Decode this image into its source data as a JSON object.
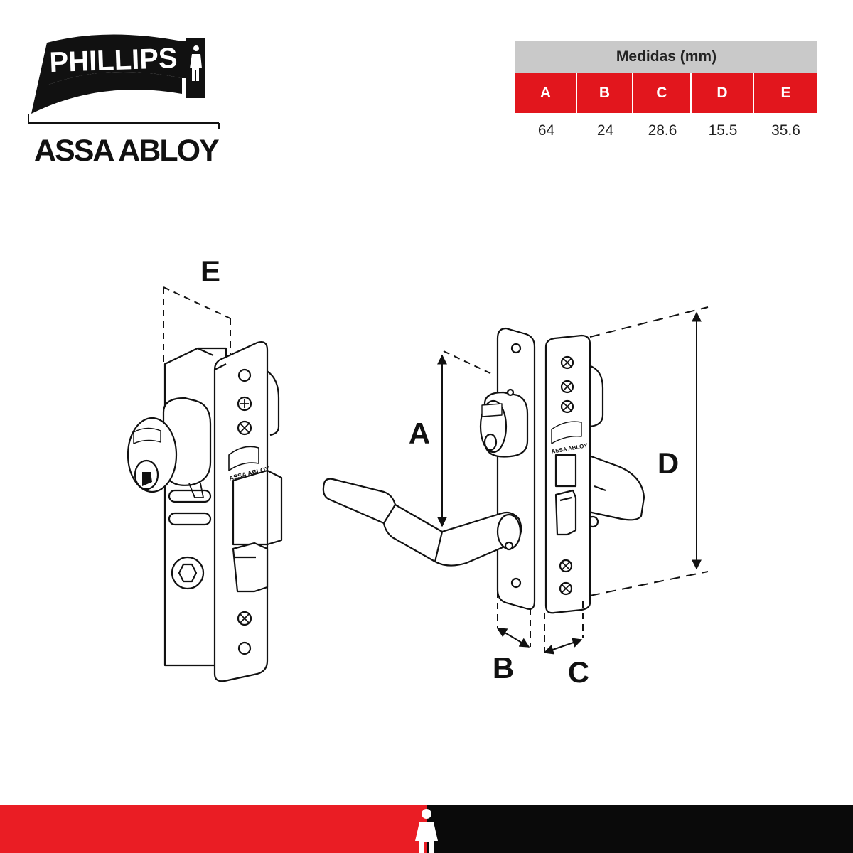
{
  "brand": {
    "name": "PHILLIPS",
    "company": "ASSA ABLOY",
    "red": "#e2161d",
    "black": "#111111"
  },
  "table": {
    "caption": "Medidas (mm)",
    "columns": [
      "A",
      "B",
      "C",
      "D",
      "E"
    ],
    "values": [
      "64",
      "24",
      "28.6",
      "15.5",
      "35.6"
    ]
  },
  "labels": {
    "A": "A",
    "B": "B",
    "C": "C",
    "D": "D",
    "E": "E"
  },
  "icons": [
    "person-icon",
    "lock-body-drawing",
    "handle-lock-drawing"
  ]
}
